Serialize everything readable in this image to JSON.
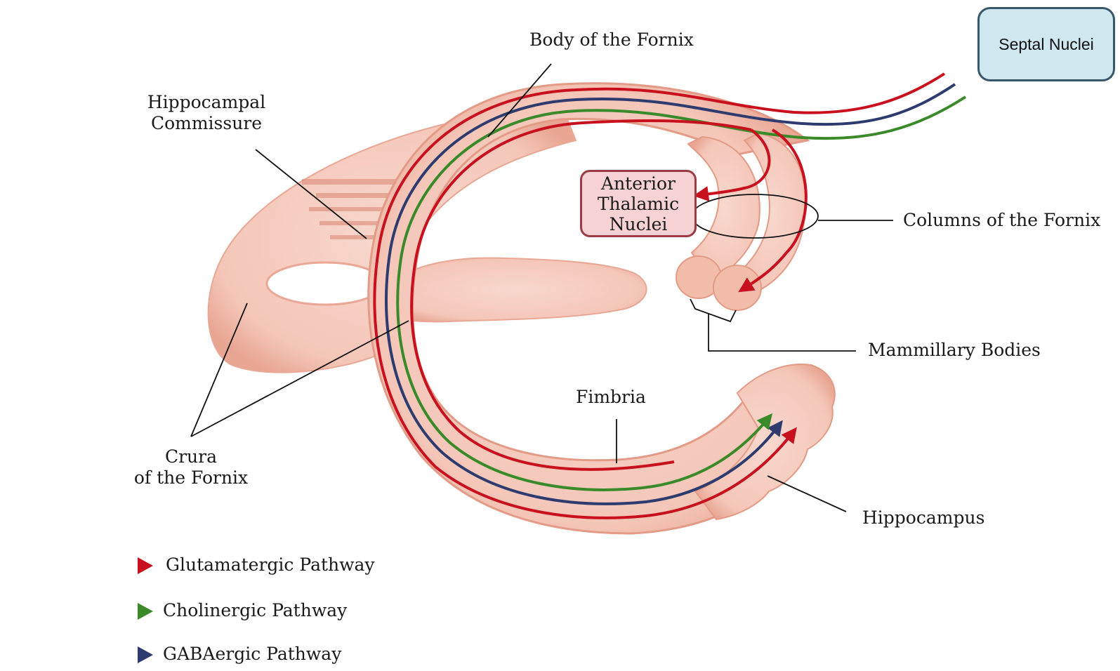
{
  "labels": {
    "body_of_fornix": "Body of the Fornix",
    "hippocampal_commissure": "Hippocampal\nCommissure",
    "septal_nuclei": "Septal Nuclei",
    "anterior_thalamic_nuclei": "Anterior\nThalamic\nNuclei",
    "columns_of_fornix": "Columns of the Fornix",
    "mammillary_bodies": "Mammillary Bodies",
    "fimbria": "Fimbria",
    "crura_of_fornix": "Crura\nof the Fornix",
    "hippocampus": "Hippocampus"
  },
  "legend": [
    {
      "label": "Glutamatergic Pathway",
      "color": "#c8101e"
    },
    {
      "label": "Cholinergic Pathway",
      "color": "#3a8a2a"
    },
    {
      "label": "GABAergic Pathway",
      "color": "#2e3b6e"
    }
  ],
  "colors": {
    "tissue": "#f6cfc3",
    "tissue_edge": "#e3927f",
    "glutamatergic": "#c8101e",
    "cholinergic": "#3a8a2a",
    "gabaergic": "#2e3b6e"
  }
}
